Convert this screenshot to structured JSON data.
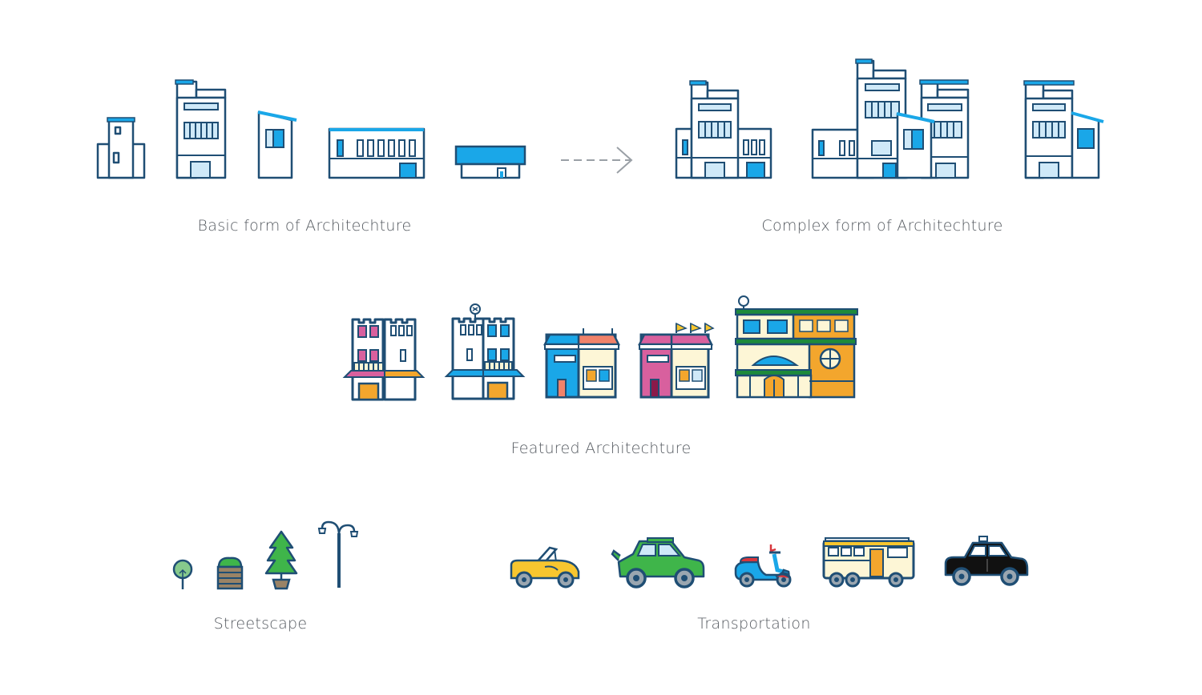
{
  "captions": {
    "basic": "Basic form of Architechture",
    "complex": "Complex form of Architechture",
    "featured": "Featured Architechture",
    "streetscape": "Streetscape",
    "transportation": "Transportation"
  },
  "colors": {
    "outline": "#1f4e74",
    "accent_blue": "#1aa7e8",
    "light_blue": "#cfe9f8",
    "pink": "#d8609e",
    "yellow": "#f7c62f",
    "orange": "#f3a62d",
    "cream": "#fdf6d6",
    "green": "#3fb54a",
    "dark_green": "#1e8a3b",
    "red": "#d8363c",
    "black": "#111111",
    "wood": "#9a8366"
  },
  "icons": {
    "arrow": "dashed-arrow-right-icon",
    "basic": [
      "small-tower-house-icon",
      "tall-townhouse-icon",
      "shed-roof-house-icon",
      "long-low-building-icon",
      "blue-roof-shop-icon"
    ],
    "complex": [
      "complex-building-a-icon",
      "complex-building-b-icon",
      "complex-building-c-icon"
    ],
    "featured": [
      "pink-shophouse-icon",
      "yellow-shophouse-icon",
      "blue-shophouse-icon",
      "pink-flag-shophouse-icon",
      "green-roof-mansion-icon"
    ],
    "streetscape": [
      "round-tree-icon",
      "planter-bush-icon",
      "pine-tree-icon",
      "street-lamp-icon"
    ],
    "transportation": [
      "convertible-car-icon",
      "green-hatchback-icon",
      "scooter-icon",
      "bus-icon",
      "taxi-icon"
    ]
  }
}
